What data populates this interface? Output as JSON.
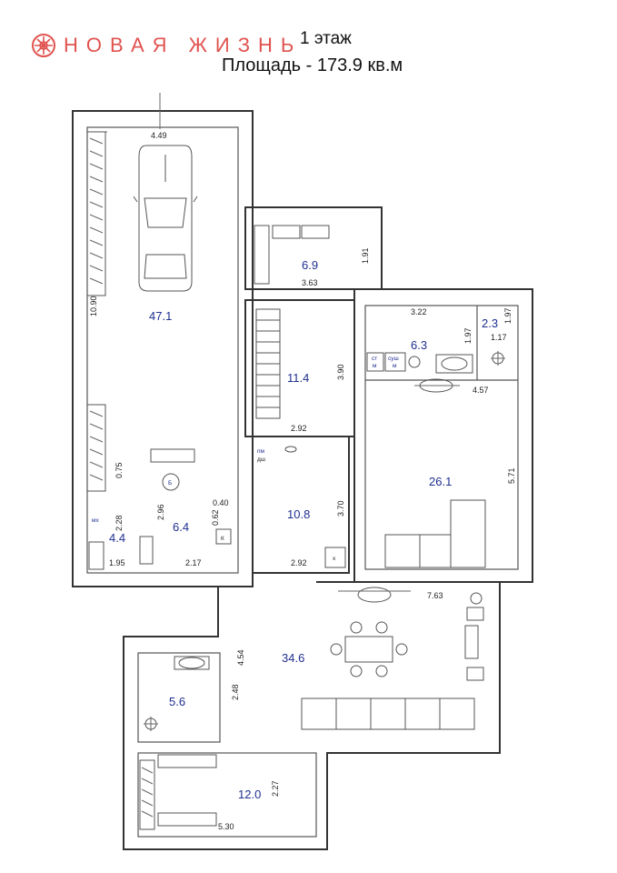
{
  "brand": {
    "name": "НОВАЯ ЖИЗНЬ",
    "color": "#e0534f",
    "icon": "brand-flower-icon"
  },
  "header": {
    "floor": "1 этаж",
    "area_total": "Площадь - 173.9 кв.м"
  },
  "rooms": {
    "garage": {
      "area": "47.1",
      "dims": [
        "4.49",
        "10.90"
      ]
    },
    "bedroom_top": {
      "area": "6.9",
      "dims": [
        "1.91",
        "3.63"
      ]
    },
    "stairs": {
      "area": "11.4",
      "dims": [
        "3.90",
        "2.92"
      ]
    },
    "bath_top": {
      "area": "6.3",
      "dims": [
        "3.22",
        "1.97"
      ],
      "labels": [
        "ст",
        "м",
        "суш",
        "м"
      ]
    },
    "boiler": {
      "area": "2.3",
      "dims": [
        "1.97",
        "1.17"
      ]
    },
    "living": {
      "area": "26.1",
      "dims": [
        "4.57",
        "5.71"
      ]
    },
    "hall": {
      "area": "10.8",
      "dims": [
        "3.70",
        "2.92"
      ],
      "labels": [
        "пм",
        "дш",
        "х"
      ]
    },
    "utility": {
      "area": "6.4",
      "dims": [
        "2.96",
        "0.40",
        "0.62",
        "0.75",
        "2.28",
        "2.17"
      ],
      "labels": [
        "Б",
        "К"
      ]
    },
    "storage": {
      "area": "4.4",
      "dims": [
        "1.95"
      ],
      "labels": [
        "мх"
      ]
    },
    "dining": {
      "area": "34.6",
      "dims": [
        "7.63",
        "4.54"
      ]
    },
    "bath_bottom": {
      "area": "5.6",
      "dims": [
        "2.48"
      ]
    },
    "bedroom_bottom": {
      "area": "12.0",
      "dims": [
        "2.27",
        "5.30"
      ]
    }
  }
}
